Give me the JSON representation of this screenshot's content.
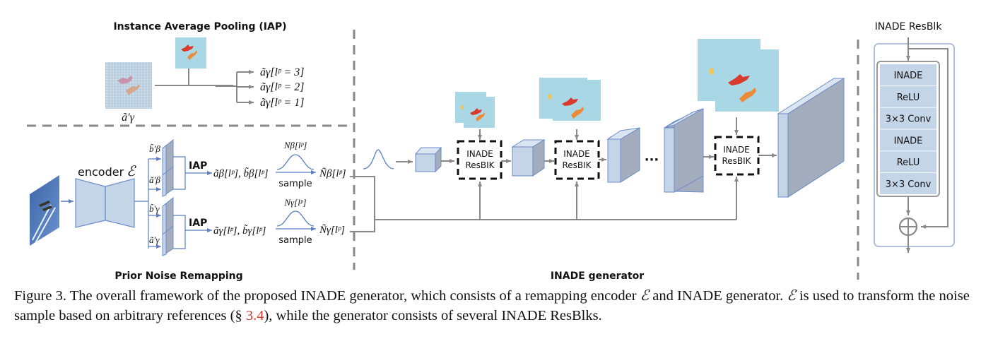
{
  "figure": {
    "sections": {
      "iap_title": "Instance Average Pooling (IAP)",
      "prior_title": "Prior Noise Remapping",
      "generator_title": "INADE generator",
      "resblk_title": "INADE ResBlk"
    },
    "iap": {
      "input_label": "ã′γ",
      "outputs": [
        "ãγ[lᵖ = 3]",
        "ãγ[lᵖ = 2]",
        "ãγ[lᵖ = 1]"
      ]
    },
    "encoder": {
      "label": "encoder",
      "symbol": "ℰ",
      "feature_maps": [
        "b̃′β",
        "ã′β",
        "b̃′γ",
        "ã′γ"
      ]
    },
    "beta_branch": {
      "op": "IAP",
      "params": "ãβ[lᵖ], b̃β[lᵖ]",
      "dist": "Nβ[lᵖ]",
      "action": "sample",
      "result": "Ñβ[lᵖ]"
    },
    "gamma_branch": {
      "op": "IAP",
      "params": "ãγ[lᵖ], b̃γ[lᵖ]",
      "dist": "Nγ[lᵖ]",
      "action": "sample",
      "result": "Ñγ[lᵖ]"
    },
    "generator": {
      "block_label_line1": "INADE",
      "block_label_line2": "ResBIK",
      "ellipsis": "···"
    },
    "resblk_layers": [
      "INADE",
      "ReLU",
      "3×3 Conv",
      "INADE",
      "ReLU",
      "3×3 Conv"
    ],
    "colors": {
      "block_fill": "#c5d5e8",
      "block_side": "#a4adbd",
      "block_stroke": "#6b8cc7",
      "arrow_gray": "#888888",
      "arrow_blue": "#5a7dc4",
      "seg_bg": "#a9d7e6",
      "plane_red": "#d93a2d",
      "plane_orange": "#ec8a38",
      "sun_yellow": "#f3c64b",
      "ref_red": "#d13a2b"
    }
  },
  "caption": {
    "prefix": "Figure 3. The overall framework of the proposed INADE generator, which consists of a remapping encoder ",
    "symbol1": "ℰ",
    "mid1": " and INADE generator. ",
    "symbol2": "ℰ",
    "mid2": " is used to transform the noise sample based on arbitrary references (§ ",
    "ref": "3.4",
    "suffix": "), while the generator consists of several INADE ResBlks."
  }
}
